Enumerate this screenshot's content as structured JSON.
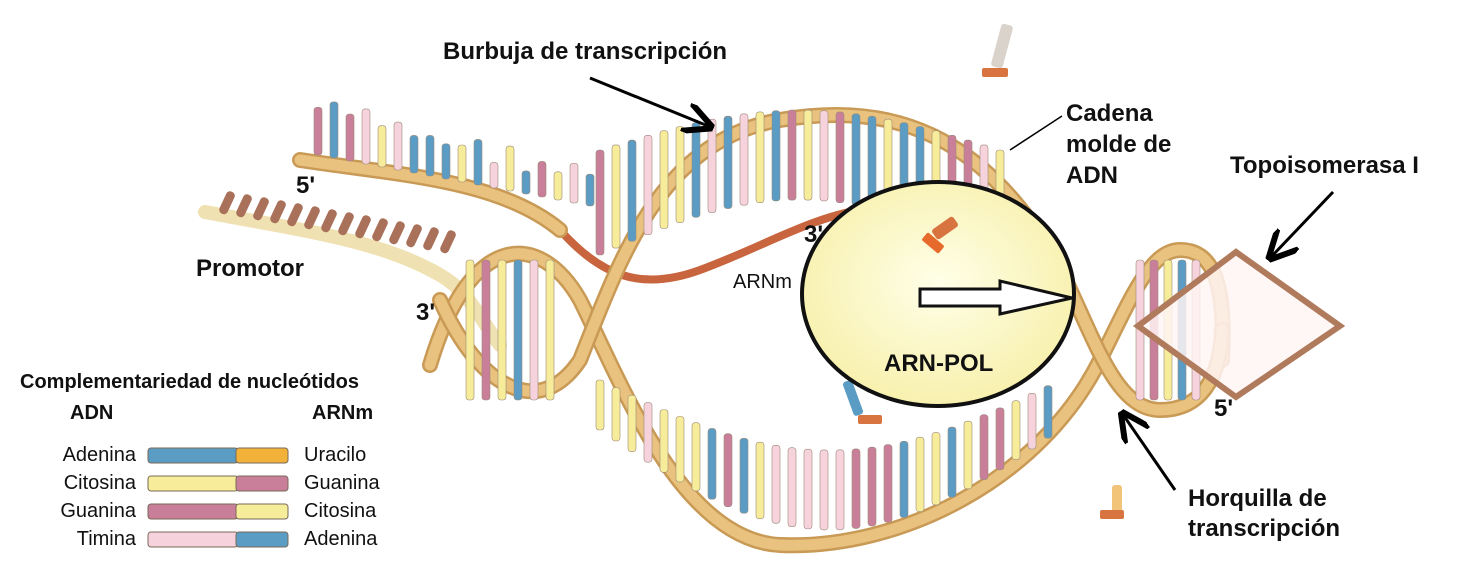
{
  "labels": {
    "bubble": "Burbuja de transcripción",
    "template": [
      "Cadena",
      "molde de",
      "ADN"
    ],
    "topo": "Topoisomerasa I",
    "promoter": "Promotor",
    "five_prime_top": "5'",
    "three_prime_left": "3'",
    "three_prime_rna": "3'",
    "five_prime_right": "5'",
    "mrna": "ARNm",
    "pol": "ARN-POL",
    "fork": [
      "Horquilla de",
      "transcripción"
    ]
  },
  "legend": {
    "title": "Complementariedad de nucleótidos",
    "col_dna": "ADN",
    "col_rna": "ARNm",
    "rows": [
      {
        "dna": "Adenina",
        "rna": "Uracilo",
        "c1": "#5a9cc4",
        "c2": "#f2b23a"
      },
      {
        "dna": "Citosina",
        "rna": "Guanina",
        "c1": "#f7ec9a",
        "c2": "#c97f9a"
      },
      {
        "dna": "Guanina",
        "rna": "Citosina",
        "c1": "#c97f9a",
        "c2": "#f7ec9a"
      },
      {
        "dna": "Timina",
        "rna": "Adenina",
        "c1": "#f6d3dc",
        "c2": "#5a9cc4"
      }
    ]
  },
  "colors": {
    "backbone": "#e8c27e",
    "backbone_dark": "#c99a55",
    "rna": "#c8643e",
    "pol_fill": "#fbf6bf",
    "topo_stroke": "#b07a5c"
  }
}
